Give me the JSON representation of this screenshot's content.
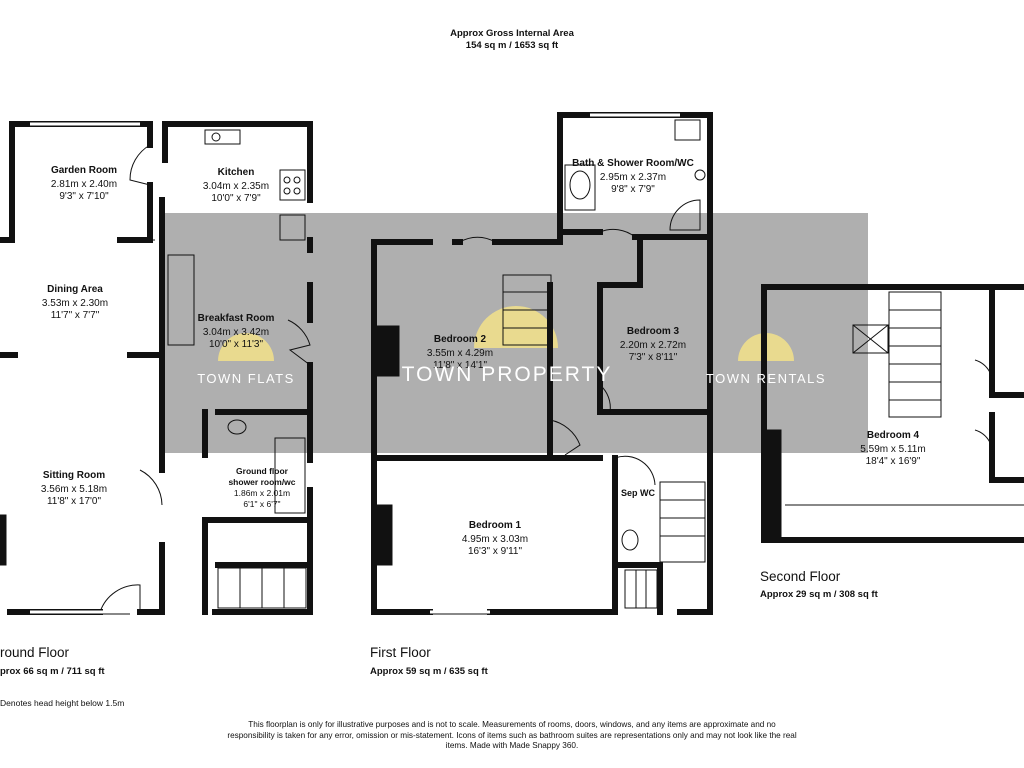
{
  "header": {
    "area_title": "Approx Gross Internal Area",
    "area_value": "154 sq m / 1653 sq ft"
  },
  "watermarks": {
    "left": "TOWN FLATS",
    "center": "TOWN PROPERTY",
    "right": "TOWN RENTALS"
  },
  "rooms": {
    "garden_room": {
      "name": "Garden Room",
      "metric": "2.81m x 2.40m",
      "imperial": "9'3\" x 7'10\""
    },
    "kitchen": {
      "name": "Kitchen",
      "metric": "3.04m x 2.35m",
      "imperial": "10'0\" x 7'9\""
    },
    "dining_area": {
      "name": "Dining Area",
      "metric": "3.53m x 2.30m",
      "imperial": "11'7\" x 7'7\""
    },
    "breakfast_room": {
      "name": "Breakfast Room",
      "metric": "3.04m x 3.42m",
      "imperial": "10'0\" x 11'3\""
    },
    "sitting_room": {
      "name": "Sitting Room",
      "metric": "3.56m x 5.18m",
      "imperial": "11'8\" x 17'0\""
    },
    "ground_shower": {
      "name": "Ground floor",
      "name2": "shower room/wc",
      "metric": "1.86m x 2.01m",
      "imperial": "6'1\" x 6'7\""
    },
    "bath_shower": {
      "name": "Bath & Shower Room/WC",
      "metric": "2.95m x 2.37m",
      "imperial": "9'8\" x 7'9\""
    },
    "bedroom2": {
      "name": "Bedroom 2",
      "metric": "3.55m x 4.29m",
      "imperial": "11'8\" x 14'1\""
    },
    "bedroom3": {
      "name": "Bedroom 3",
      "metric": "2.20m x 2.72m",
      "imperial": "7'3\" x 8'11\""
    },
    "bedroom1": {
      "name": "Bedroom 1",
      "metric": "4.95m x 3.03m",
      "imperial": "16'3\" x 9'11\""
    },
    "sep_wc": {
      "name": "Sep WC"
    },
    "bedroom4": {
      "name": "Bedroom 4",
      "metric": "5.59m x 5.11m",
      "imperial": "18'4\" x 16'9\""
    }
  },
  "floors": {
    "ground": {
      "label": "round Floor",
      "area": "prox 66 sq m / 711 sq ft"
    },
    "first": {
      "label": "First Floor",
      "area": "Approx 59 sq m / 635 sq ft"
    },
    "second": {
      "label": "Second Floor",
      "area": "Approx 29 sq m / 308 sq ft"
    }
  },
  "footer": {
    "head_height_note": "Denotes head height below 1.5m",
    "disclaimer": "This floorplan is only for illustrative purposes and is not to scale. Measurements of rooms, doors, windows, and any items are approximate and no responsibility is taken for any error, omission or mis-statement. Icons of items such as bathroom suites are representations only and may not look like the real items. Made with Made Snappy 360."
  },
  "colors": {
    "wall": "#111111",
    "watermark_band": "#a6a6a6",
    "watermark_text": "#ffffff",
    "logo": "#f3e28a"
  }
}
